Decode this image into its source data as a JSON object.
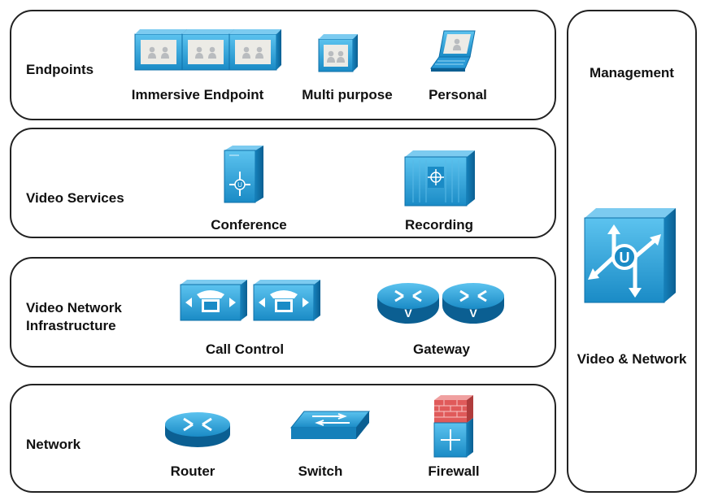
{
  "layers": [
    {
      "title": "Endpoints",
      "items": [
        {
          "label": "Immersive Endpoint",
          "icon": "immersive-endpoint-icon"
        },
        {
          "label": "Multi purpose",
          "icon": "multipurpose-endpoint-icon"
        },
        {
          "label": "Personal",
          "icon": "laptop-icon"
        }
      ]
    },
    {
      "title": "Video Services",
      "items": [
        {
          "label": "Conference",
          "icon": "conference-server-icon"
        },
        {
          "label": "Recording",
          "icon": "recording-server-icon"
        }
      ]
    },
    {
      "title_line1": "Video Network",
      "title_line2": "Infrastructure",
      "items": [
        {
          "label": "Call Control",
          "icon": "call-control-icon"
        },
        {
          "label": "Gateway",
          "icon": "video-gateway-icon"
        }
      ]
    },
    {
      "title": "Network",
      "items": [
        {
          "label": "Router",
          "icon": "router-icon"
        },
        {
          "label": "Switch",
          "icon": "switch-icon"
        },
        {
          "label": "Firewall",
          "icon": "firewall-icon"
        }
      ]
    }
  ],
  "management": {
    "title": "Management",
    "caption": "Video & Network",
    "icon": "unified-manager-icon"
  },
  "colors": {
    "icon_blue": "#1e9bd6",
    "icon_dark": "#0d6fa8",
    "icon_light": "#7ccbf0",
    "firewall_red": "#e05a5a",
    "border": "#222222"
  }
}
